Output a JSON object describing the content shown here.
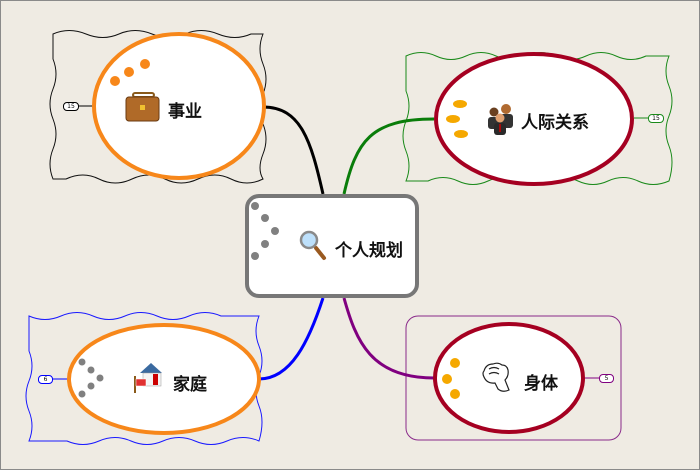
{
  "central": {
    "label": "个人规划",
    "icon": "magnifier-icon"
  },
  "branches": [
    {
      "id": "career",
      "label": "事业",
      "icon": "briefcase-icon",
      "count": "15",
      "color": "#000000",
      "ellipse_color": "#f7871a"
    },
    {
      "id": "relationships",
      "label": "人际关系",
      "icon": "people-icon",
      "count": "15",
      "color": "#0a7d0a",
      "ellipse_color": "#a50021"
    },
    {
      "id": "family",
      "label": "家庭",
      "icon": "house-icon",
      "count": "6",
      "color": "#0000ff",
      "ellipse_color": "#f7871a"
    },
    {
      "id": "body",
      "label": "身体",
      "icon": "fist-icon",
      "count": "5",
      "color": "#800080",
      "ellipse_color": "#a50021"
    }
  ],
  "colors": {
    "background": "#efebe3",
    "central_border": "#777777",
    "dot_orange": "#f7871a",
    "dot_yellow": "#f5a800",
    "dot_gray": "#808080"
  }
}
